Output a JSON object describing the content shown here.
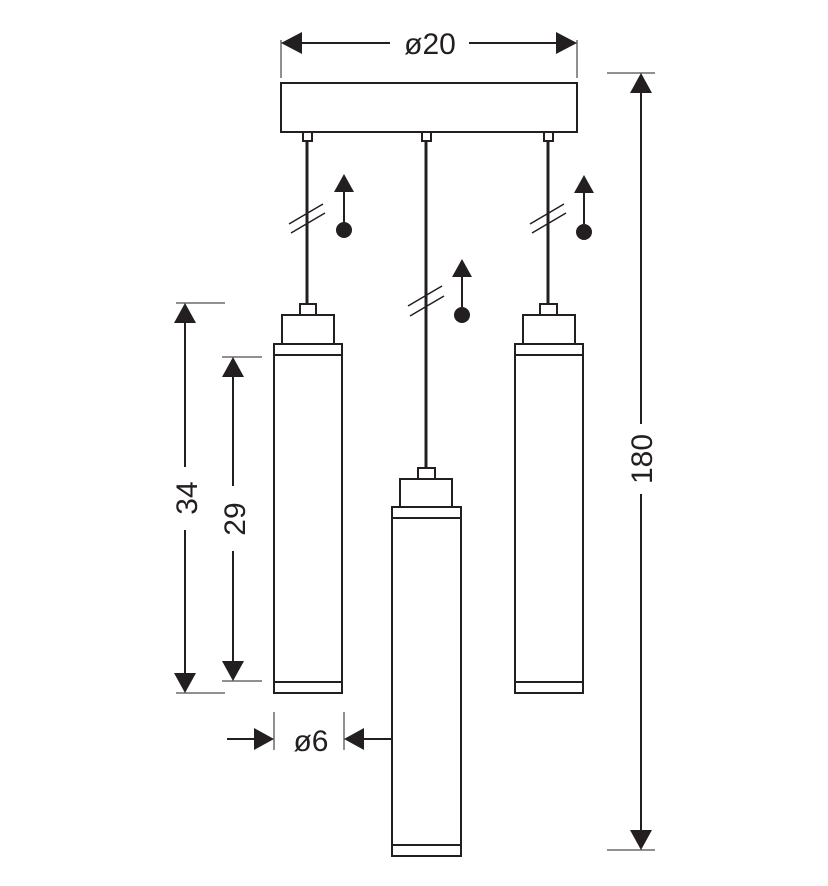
{
  "dimensions": {
    "canopy_diameter": "ø20",
    "total_height": "180",
    "shade_height_outer": "34",
    "shade_height_inner": "29",
    "shade_diameter": "ø6"
  },
  "colors": {
    "line": "#231f20",
    "background": "#ffffff"
  },
  "icons": {
    "adjustable_cable": "arrow-up-with-dot-icon",
    "cable_break": "double-slash-break-icon"
  }
}
